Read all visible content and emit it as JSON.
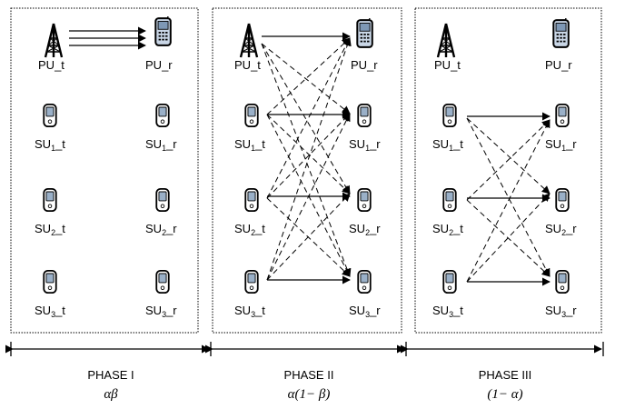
{
  "phases": [
    {
      "name": "PHASE I",
      "duration": "αβ",
      "nodes": {
        "pu_t": [
          "PU",
          "",
          "_t"
        ],
        "pu_r": [
          "PU",
          "",
          "_r"
        ],
        "su1_t": [
          "SU",
          "1",
          "_t"
        ],
        "su1_r": [
          "SU",
          "1",
          "_r"
        ],
        "su2_t": [
          "SU",
          "2",
          "_t"
        ],
        "su2_r": [
          "SU",
          "2",
          "_r"
        ],
        "su3_t": [
          "SU",
          "3",
          "_t"
        ],
        "su3_r": [
          "SU",
          "3",
          "_r"
        ]
      }
    },
    {
      "name": "PHASE II",
      "duration": "α(1− β)",
      "nodes": {
        "pu_t": [
          "PU",
          "",
          "_t"
        ],
        "pu_r": [
          "PU",
          "",
          "_r"
        ],
        "su1_t": [
          "SU",
          "1",
          "_t"
        ],
        "su1_r": [
          "SU",
          "1",
          "_r"
        ],
        "su2_t": [
          "SU",
          "2",
          "_t"
        ],
        "su2_r": [
          "SU",
          "2",
          "_r"
        ],
        "su3_t": [
          "SU",
          "3",
          "_t"
        ],
        "su3_r": [
          "SU",
          "3",
          "_r"
        ]
      }
    },
    {
      "name": "PHASE III",
      "duration": "(1− α)",
      "nodes": {
        "pu_t": [
          "PU",
          "",
          "_t"
        ],
        "pu_r": [
          "PU",
          "",
          "_r"
        ],
        "su1_t": [
          "SU",
          "1",
          "_t"
        ],
        "su1_r": [
          "SU",
          "1",
          "_r"
        ],
        "su2_t": [
          "SU",
          "2",
          "_t"
        ],
        "su2_r": [
          "SU",
          "2",
          "_r"
        ],
        "su3_t": [
          "SU",
          "3",
          "_t"
        ],
        "su3_r": [
          "SU",
          "3",
          "_r"
        ]
      }
    }
  ],
  "colors": {
    "line": "#000000",
    "phone_body": "#ffffff",
    "phone_screen": "#9ab0c8"
  }
}
